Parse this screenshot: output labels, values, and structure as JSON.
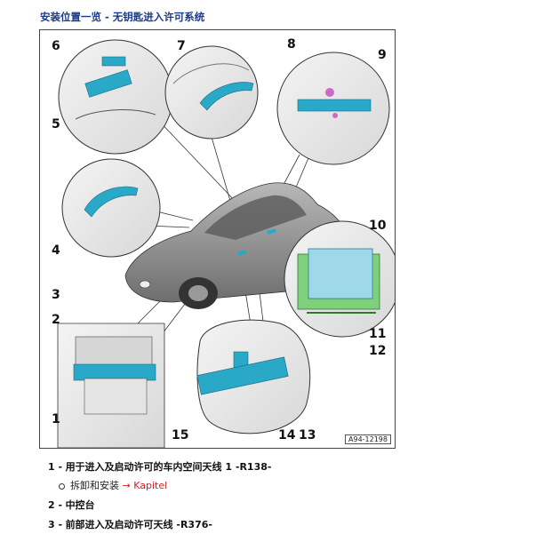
{
  "page": {
    "title": "安装位置一览 - 无钥匙进入许可系统"
  },
  "figure": {
    "code": "A94-12198",
    "callouts": [
      "1",
      "2",
      "3",
      "4",
      "5",
      "6",
      "7",
      "8",
      "9",
      "10",
      "11",
      "12",
      "13",
      "14",
      "15"
    ]
  },
  "legend": {
    "items": [
      {
        "num": "1 -",
        "text": "用于进入及启动许可的车内空间天线 1 -R138-"
      },
      {
        "num": "2 -",
        "text": "中控台"
      },
      {
        "num": "3 -",
        "text": "前部进入及启动许可天线 -R376-"
      }
    ],
    "sub": {
      "text": "拆卸和安装",
      "link": "→ Kapitel"
    }
  },
  "colors": {
    "title": "#1a3a8a",
    "part": "#2aa8c8",
    "board": "#7fd07a",
    "link": "#d42020"
  }
}
